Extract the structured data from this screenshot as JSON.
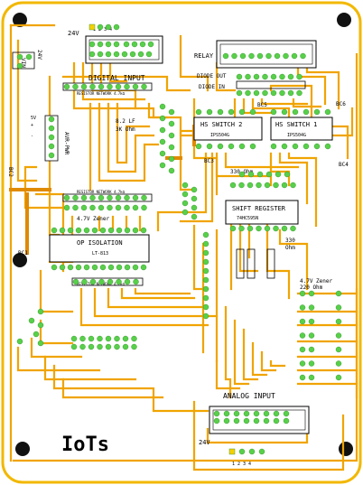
{
  "board": {
    "title": "IoTs",
    "colors": {
      "background": "#ffffff",
      "outline": "#f2b800",
      "trace": "#f0a400",
      "trace_alt": "#e08a00",
      "pad_green": "#58d04a",
      "pad_yellow": "#f5d000",
      "silk": "#000000",
      "hole": "#111111"
    }
  },
  "labels": {
    "v24_top": "24V",
    "pins_top": "1 2 3 4",
    "digital_input": "DIGITAL INPUT",
    "resistor_network": "RESISTOR NETWORK 4.7kΩ",
    "relay": "RELAY",
    "diode_out": "DIODE OUT",
    "diode_in": "DIODE IN",
    "bc5": "BC5",
    "hs_switch_2": "HS SWITCH 2",
    "hs_switch_1": "HS SWITCH 1",
    "ips_left": "IPS504G",
    "ips_right": "IPS504G",
    "bc6": "BC6",
    "bc4": "BC4",
    "bc3": "BC3",
    "bc2": "BC2",
    "bc1": "BC1",
    "led_value": "8.2 LF",
    "led_res": "3K Ohm",
    "vin": "VIN",
    "v24_left": "24V",
    "pwr_a": "5V",
    "pwr_b": "+",
    "pwr_c": "-",
    "avrpwr": "AVR-PWR",
    "r330": "330 Ohm",
    "shift_register": "SHIFT REGISTER",
    "shift_ic": "74HC595N",
    "r330_b": "330",
    "ohm_b": "Ohm",
    "zener_left": "4.7V Zener",
    "op_isolation": "OP ISOLATION",
    "op_ic": "LT-813",
    "zener_right": "4.7V Zener",
    "r220": "220 Ohm",
    "analog_input": "ANALOG INPUT",
    "v24_bottom": "24V",
    "pins_bottom": "1 2 3 4",
    "resistor_network_2": "RESISTOR NETWORK 4.7kΩ",
    "resistor_network_3": "RESISTOR NETWORK 4.7kΩ"
  }
}
